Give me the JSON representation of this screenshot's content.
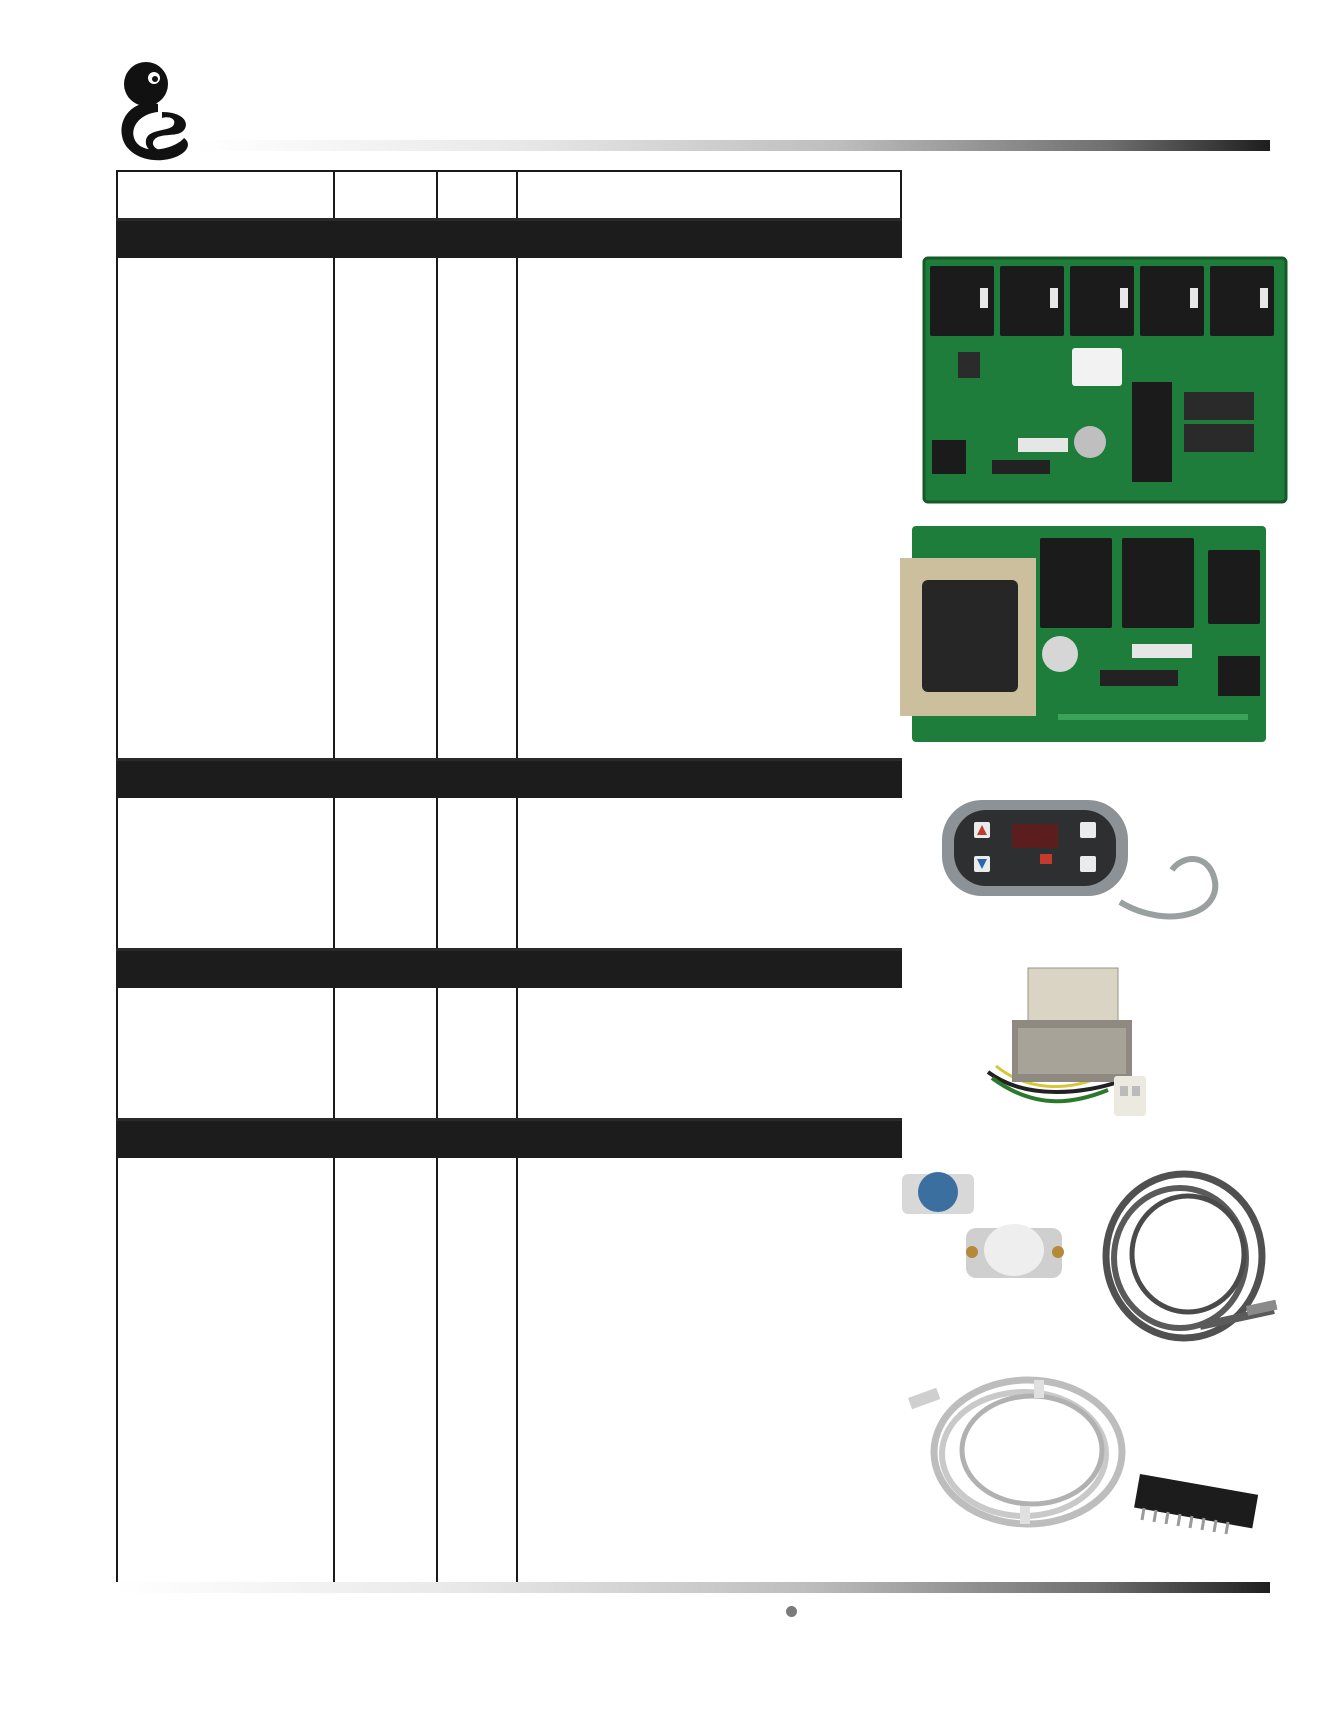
{
  "header": {
    "logo": "octopus-cs-logo"
  },
  "table": {
    "columns": [
      "",
      "",
      "",
      ""
    ],
    "sections": [
      {
        "title": "",
        "rows": []
      },
      {
        "title": "",
        "rows": []
      },
      {
        "title": "",
        "rows": []
      },
      {
        "title": "",
        "rows": []
      }
    ]
  },
  "images": [
    {
      "name": "relay-circuit-board"
    },
    {
      "name": "transformer-circuit-board"
    },
    {
      "name": "topside-control-panel"
    },
    {
      "name": "transformer"
    },
    {
      "name": "hi-limit-switches-and-sensor"
    },
    {
      "name": "sensor-cable-and-chip"
    }
  ],
  "footer": {
    "page_number": ""
  },
  "colors": {
    "band": "#1c1c1c",
    "board_green": "#1e7d3a",
    "panel_gray": "#8c9296"
  }
}
